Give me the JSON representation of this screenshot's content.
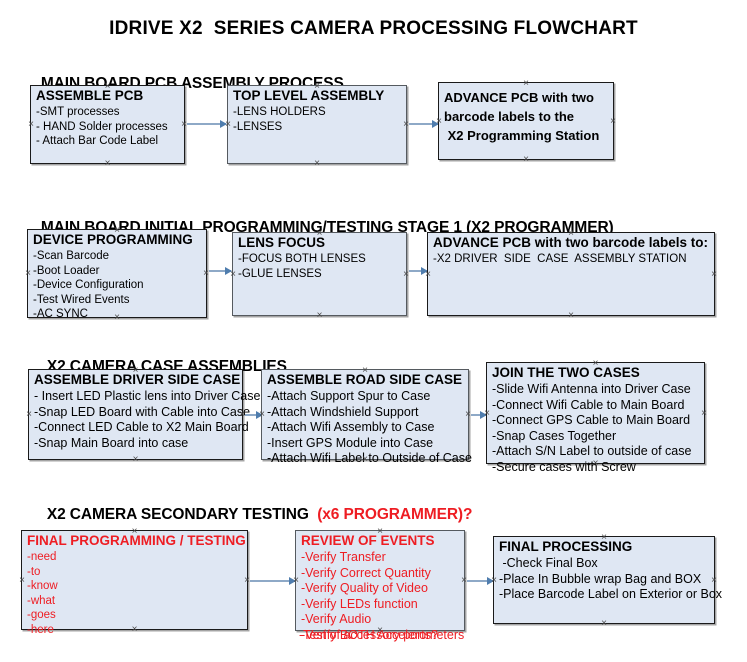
{
  "title": "IDRIVE X2  SERIES CAMERA PROCESSING FLOWCHART",
  "colors": {
    "node_fill": "#dfe7f3",
    "node_border": "#1a1a1a",
    "arrow": "#8ea9c7",
    "accent_red": "#ee1d23",
    "text": "#000000"
  },
  "sections": [
    {
      "id": "main-board-pcb-assembly",
      "heading": "MAIN BOARD PCB ASSEMBLY PROCESS",
      "heading_accent": "",
      "nodes": [
        {
          "id": "assemble-pcb",
          "title": "ASSEMBLE PCB",
          "lines": [
            "-SMT processes",
            "- HAND Solder processes",
            "- Attach Bar Code Label"
          ]
        },
        {
          "id": "top-level-assembly",
          "title": "TOP LEVEL ASSEMBLY",
          "lines": [
            "-LENS HOLDERS",
            "-LENSES"
          ]
        },
        {
          "id": "advance-pcb-programming-station",
          "title": "",
          "lines": [
            "ADVANCE PCB with two",
            "barcode labels to the",
            " X2 Programming Station"
          ]
        }
      ]
    },
    {
      "id": "main-board-initial-programming",
      "heading": "MAIN BOARD INITIAL PROGRAMMING/TESTING STAGE 1 (X2 PROGRAMMER)",
      "heading_accent": "",
      "nodes": [
        {
          "id": "device-programming",
          "title": "DEVICE PROGRAMMING",
          "lines": [
            "-Scan Barcode",
            "-Boot Loader",
            "-Device Configuration",
            "-Test Wired Events",
            "-AC SYNC"
          ]
        },
        {
          "id": "lens-focus",
          "title": "LENS FOCUS",
          "lines": [
            "-FOCUS BOTH LENSES",
            "-GLUE LENSES"
          ]
        },
        {
          "id": "advance-pcb-driver-side-station",
          "title": "ADVANCE PCB with two barcode labels to:",
          "lines": [
            "-X2 DRIVER  SIDE  CASE  ASSEMBLY STATION"
          ]
        }
      ]
    },
    {
      "id": "x2-camera-case-assemblies",
      "heading": "X2 CAMERA CASE ASSEMBLIES",
      "heading_accent": "",
      "nodes": [
        {
          "id": "assemble-driver-side-case",
          "title": "ASSEMBLE DRIVER SIDE CASE",
          "lines": [
            "- Insert LED Plastic lens into Driver Case",
            "-Snap LED Board with Cable into Case",
            "-Connect LED Cable to X2 Main Board",
            "-Snap Main Board into case"
          ]
        },
        {
          "id": "assemble-road-side-case",
          "title": "ASSEMBLE ROAD SIDE CASE",
          "lines": [
            "-Attach Support Spur to Case",
            "-Attach Windshield Support",
            "-Attach Wifi Assembly to Case",
            "-Insert GPS Module into Case",
            "-Attach Wifi Label to Outside of Case"
          ]
        },
        {
          "id": "join-the-two-cases",
          "title": "JOIN THE TWO CASES",
          "lines": [
            "-Slide Wifi Antenna into Driver Case",
            "-Connect Wifi Cable to Main Board",
            "-Connect GPS Cable to Main Board",
            "-Snap Cases Together",
            "-Attach S/N Label to outside of case",
            "-Secure cases with Screw"
          ]
        }
      ]
    },
    {
      "id": "x2-camera-secondary-testing",
      "heading": "X2 CAMERA SECONDARY TESTING ",
      "heading_accent": " (x6 PROGRAMMER)?",
      "nodes": [
        {
          "id": "final-programming-testing",
          "title": "FINAL PROGRAMMING / TESTING",
          "lines": [
            "-need",
            "-to",
            "-know",
            "-what",
            "-goes",
            "-here"
          ]
        },
        {
          "id": "review-of-events",
          "title": "REVIEW OF EVENTS",
          "lines": [
            "-Verify Transfer",
            "-Verify Correct Quantity",
            "-Verify Quality of Video",
            "-Verify LEDs function",
            "-Verify Audio",
            "-Verify BOTH Accelerometers"
          ],
          "overflow_line": "-Test of accessory ports?"
        },
        {
          "id": "final-processing",
          "title": "FINAL PROCESSING",
          "lines": [
            " -Check Final Box",
            "-Place In Bubble wrap Bag and BOX",
            "-Place Barcode Label on Exterior or Box"
          ]
        }
      ]
    }
  ]
}
